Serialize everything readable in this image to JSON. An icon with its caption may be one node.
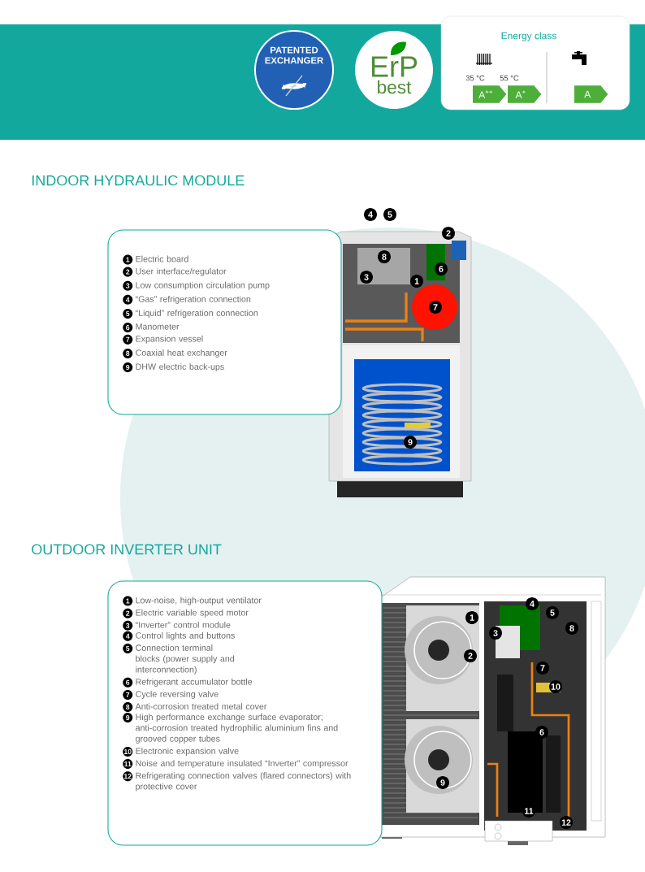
{
  "diagram": {
    "nodes": [
      {
        "text": [
          "PATENTED EXCHANGER"
        ]
      },
      {
        "text": [
          "ErP",
          "best"
        ]
      },
      {
        "text": [
          "Energy class",
          "35 °C",
          "55 °C"
        ]
      },
      {
        "text": [
          "A$^{++}$"
        ],
        "in": 2
      },
      {
        "text": [
          "A$^{+}$"
        ],
        "in": 2
      },
      {
        "text": [
          "A"
        ],
        "in": 2
      },
      {
        "text": [
          "1",
          "Electric board",
          "2",
          "User interface/regulator",
          "3",
          "Low consumption circulation pump",
          "4",
          "“Gas” refrigeration connection",
          "5",
          "“Liquid” refrigeration connection",
          "6",
          "Manometer",
          "7",
          "Expansion vessel",
          "8",
          "Coaxial heat exchanger",
          "9",
          "DHW electric back-ups"
        ]
      },
      {
        "text": [
          "1",
          "Low-noise, high-output ventilator",
          "2",
          "Electric variable speed motor",
          "3",
          "“Inverter” control module",
          "4",
          "Control lights and buttons",
          "5",
          "Connection terminal blocks (power supply and interconnection)",
          "6",
          "Refrigerant accumulator bottle",
          "7",
          "Cycle reversing valve",
          "8",
          "Anti-corrosion treated metal cover",
          "9",
          "High performance exchange surface evaporator; anti-corrosion treated hydrophilic aluminium fins and grooved copper tubes",
          "10",
          "Electronic expansion valve",
          "11",
          "Noise and temperature insulated “Inverter” compressor",
          "12",
          "Refrigerating connection valves (flared connectors) with protective cover"
        ]
      }
    ],
    "edges": [],
    "labels": [
      "INDOOR HYDRAULIC MODULE",
      "4",
      "5",
      "2",
      "8",
      "6",
      "3",
      "1",
      "7",
      "9",
      "OUTDOOR INVERTER UNIT",
      "4",
      "5",
      "1",
      "8",
      "3",
      "2",
      "7",
      "10",
      "6",
      "9",
      "11",
      "12"
    ]
  }
}
